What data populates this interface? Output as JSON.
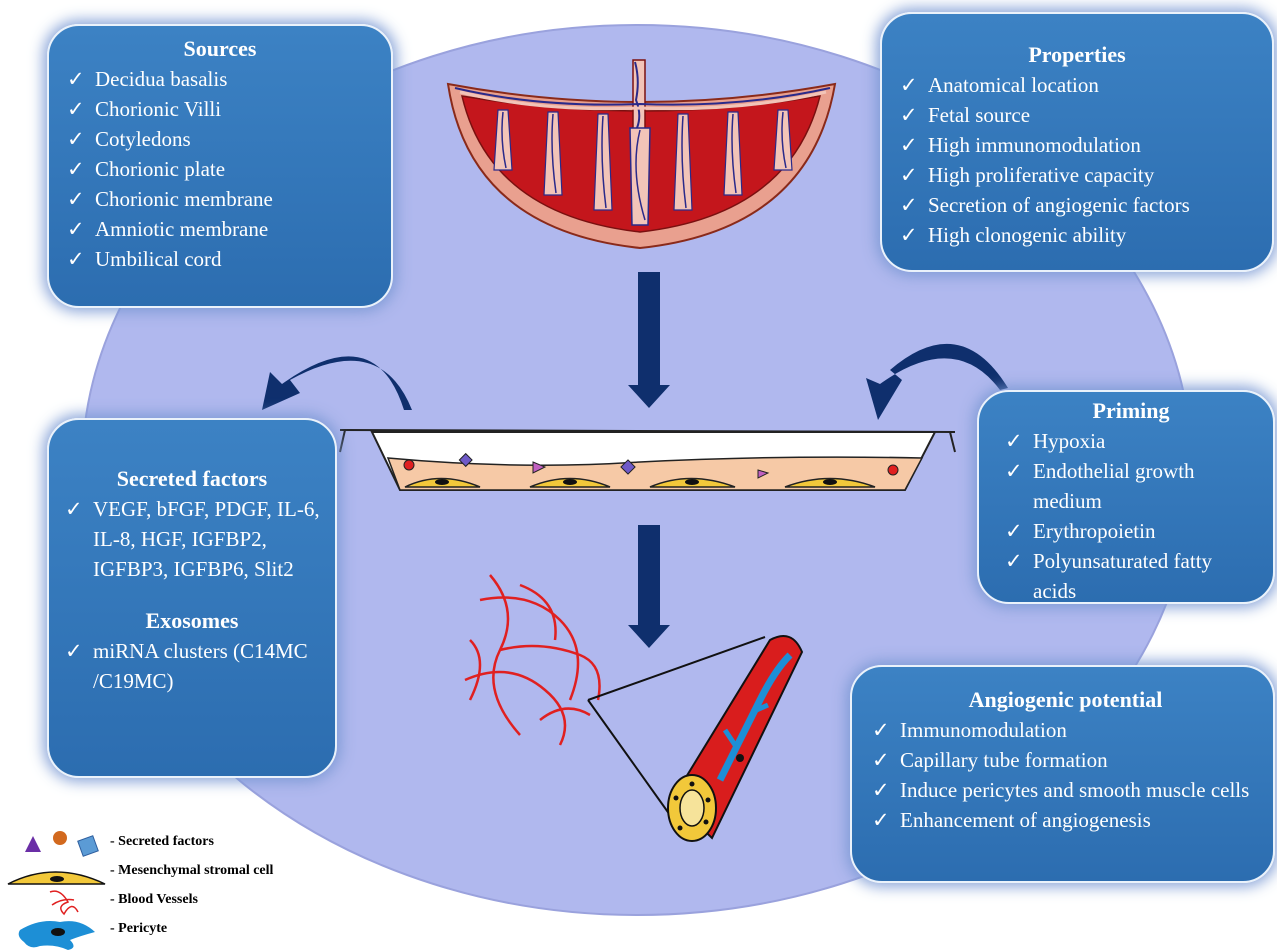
{
  "sources": {
    "title": "Sources",
    "items": [
      "Decidua basalis",
      "Chorionic Villi",
      "Cotyledons",
      "Chorionic plate",
      "Chorionic membrane",
      "Amniotic membrane",
      "Umbilical cord"
    ]
  },
  "properties": {
    "title": "Properties",
    "items": [
      "Anatomical location",
      "Fetal source",
      "High immunomodulation",
      "High proliferative capacity",
      "Secretion of angiogenic factors",
      "High clonogenic ability"
    ]
  },
  "secreted": {
    "title": "Secreted factors",
    "item": "VEGF, bFGF, PDGF, IL-6,  IL-8, HGF, IGFBP2, IGFBP3, IGFBP6, Slit2",
    "exosomes_title": "Exosomes",
    "exosomes_item": " miRNA clusters (C14MC /C19MC)"
  },
  "priming": {
    "title": "Priming",
    "items": [
      "Hypoxia",
      "Endothelial growth medium",
      "Erythropoietin",
      "Polyunsaturated fatty acids"
    ]
  },
  "angiogenic": {
    "title": "Angiogenic potential",
    "items": [
      "Immunomodulation",
      "Capillary tube formation",
      "Induce pericytes and smooth muscle cells",
      "Enhancement of angiogenesis"
    ]
  },
  "check_glyph": "✓",
  "legend": {
    "secreted_factors": "-   Secreted factors",
    "msc": "-   Mesenchymal stromal cell",
    "blood_vessels": "-   Blood Vessels",
    "pericyte": "-   Pericyte"
  },
  "colors": {
    "background_ellipse": "#b0b8ee",
    "box": "#2f73b6",
    "arrow": "#0f2f6d",
    "placenta": "#c4161c",
    "vessel_red": "#e02020",
    "pericyte_blue": "#1d8fd6"
  }
}
